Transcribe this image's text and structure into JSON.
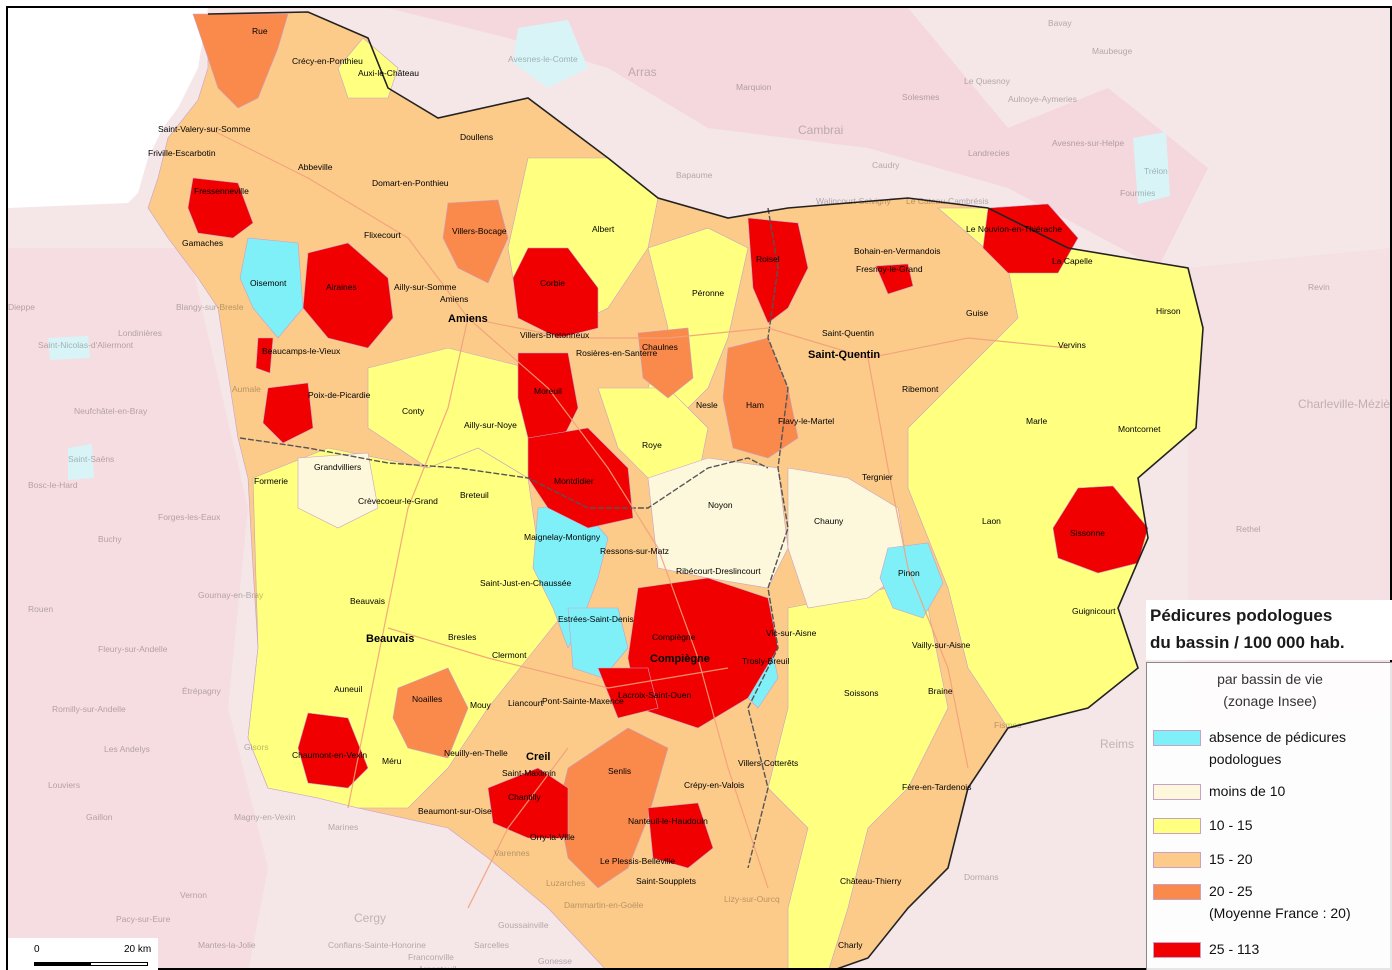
{
  "legend": {
    "title_line1": "Pédicures podologues",
    "title_line2": "du bassin / 100 000 hab.",
    "subtitle_line1": "par bassin de vie",
    "subtitle_line2": "(zonage Insee)",
    "items": [
      {
        "label1": "absence de pédicures",
        "label2": "podologues",
        "color": "#80f0f8"
      },
      {
        "label1": "moins de 10",
        "label2": "",
        "color": "#fdf8dc"
      },
      {
        "label1": "10 - 15",
        "label2": "",
        "color": "#ffff80"
      },
      {
        "label1": "15 - 20",
        "label2": "",
        "color": "#fccb8a"
      },
      {
        "label1": "20 - 25",
        "label2": "(Moyenne France : 20)",
        "color": "#fa8a4c"
      },
      {
        "label1": "25 - 113",
        "label2": "",
        "color": "#f00000"
      }
    ]
  },
  "scale": {
    "start": "0",
    "end": "20 km"
  },
  "colors": {
    "none": "#80f0f8",
    "lt10": "#fdf8dc",
    "r10_15": "#ffff80",
    "r15_20": "#fccb8a",
    "r20_25": "#fa8a4c",
    "r25_113": "#f00000",
    "outside": "#f5e1e4",
    "sea": "#ffffff",
    "boundary": "#555555",
    "roads": "#f2a07a"
  },
  "places": {
    "major": [
      "Amiens",
      "Saint-Quentin",
      "Beauvais",
      "Compiègne",
      "Creil"
    ],
    "towns": [
      "Rue",
      "Crécy-en-Ponthieu",
      "Auxi-le-Château",
      "Saint-Valery-sur-Somme",
      "Friville-Escarbotin",
      "Fressenneville",
      "Abbeville",
      "Doullens",
      "Domart-en-Ponthieu",
      "Gamaches",
      "Oisemont",
      "Airaines",
      "Flixecourt",
      "Villers-Bocage",
      "Ailly-sur-Somme",
      "Amiens",
      "Albert",
      "Corbie",
      "Villers-Bretonneux",
      "Péronne",
      "Roisel",
      "Beaucamps-le-Vieux",
      "Poix-de-Picardie",
      "Conty",
      "Ailly-sur-Noye",
      "Moreuil",
      "Rosières-en-Santerre",
      "Chaulnes",
      "Nesle",
      "Ham",
      "Flavy-le-Martel",
      "Roye",
      "Montdidier",
      "Grandvilliers",
      "Formerie",
      "Crèvecoeur-le-Grand",
      "Breteuil",
      "Noyon",
      "Maignelay-Montigny",
      "Ressons-sur-Matz",
      "Ribécourt-Dreslincourt",
      "Saint-Just-en-Chaussée",
      "Estrées-Saint-Denis",
      "Beauvais",
      "Bresles",
      "Clermont",
      "Compiègne",
      "Trosly-Breuil",
      "Vic-sur-Aisne",
      "Auneuil",
      "Noailles",
      "Mouy",
      "Liancourt",
      "Pont-Sainte-Maxence",
      "Lacroix-Saint-Ouen",
      "Chaumont-en-Vexin",
      "Méru",
      "Neuilly-en-Thelle",
      "Creil",
      "Saint-Maximin",
      "Chantilly",
      "Senlis",
      "Beaumont-sur-Oise",
      "Orry-la-Ville",
      "Nanteuil-le-Haudouin",
      "Crépy-en-Valois",
      "Villers-Cotterêts",
      "Le Plessis-Belleville",
      "Saint-Soupplets",
      "Bohain-en-Vermandois",
      "Fresnoy-le-Grand",
      "Le Nouvion-en-Thiérache",
      "La Capelle",
      "Hirson",
      "Guise",
      "Vervins",
      "Saint-Quentin",
      "Ribemont",
      "Marle",
      "Montcornet",
      "Tergnier",
      "Chauny",
      "Laon",
      "Sissonne",
      "Pinon",
      "Guignicourt",
      "Vailly-sur-Aisne",
      "Braine",
      "Soissons",
      "Fère-en-Tardenois",
      "Château-Thierry",
      "Charly"
    ],
    "outside": [
      "Arras",
      "Avesnes-le-Comte",
      "Cambrai",
      "Bapaume",
      "Marquion",
      "Caudry",
      "Le Cateau-Cambrésis",
      "Walincourt-Selvigny",
      "Le Quesnoy",
      "Solesmes",
      "Aulnoye-Aymeries",
      "Avesnes-sur-Helpe",
      "Fourmies",
      "Trélon",
      "Bavay",
      "Maubeuge",
      "Landrecies",
      "Revin",
      "Charleville-Mézières",
      "Rethel",
      "Reims",
      "Fismes",
      "Dormans",
      "Lizy-sur-Ourcq",
      "Dammartin-en-Goële",
      "Goussainville",
      "Cergy",
      "Mantes-la-Jolie",
      "Conflans-Sainte-Honorine",
      "Sarcelles",
      "Franconville",
      "Argenteuil",
      "Gonesse",
      "Les Andelys",
      "Louviers",
      "Vernon",
      "Gisors",
      "Étrépagny",
      "Romilly-sur-Andelle",
      "Fleury-sur-Andelle",
      "Rouen",
      "Gournay-en-Bray",
      "Forges-les-Eaux",
      "Buchy",
      "Neufchâtel-en-Bray",
      "Saint-Saëns",
      "Bosc-le-Hard",
      "Dieppe",
      "Londinières",
      "Saint-Nicolas-d'Aliermont",
      "Blangy-sur-Bresle",
      "Aumale",
      "Marines",
      "Magny-en-Vexin",
      "Pacy-sur-Eure",
      "Gaillon",
      "Varennes",
      "Luzarches"
    ]
  }
}
